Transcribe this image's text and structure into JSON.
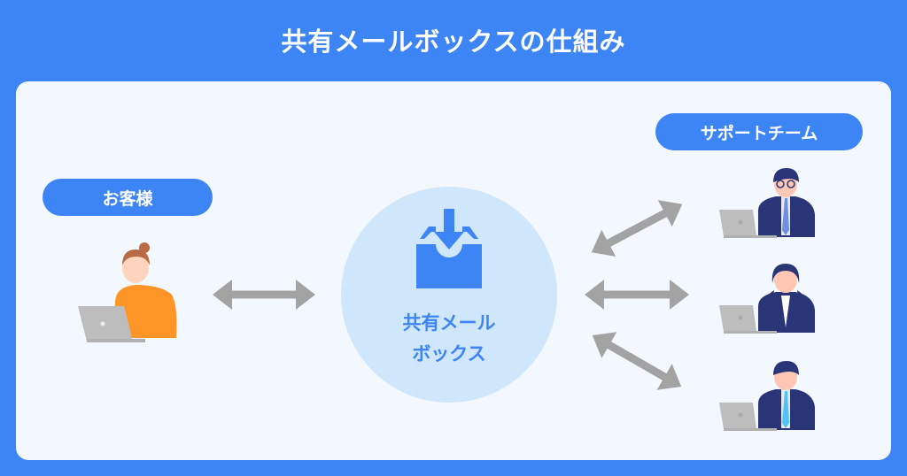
{
  "title": "共有メールボックスの仕組み",
  "customer_label": "お客様",
  "team_label": "サポートチーム",
  "mailbox_label_line1": "共有メール",
  "mailbox_label_line2": "ボックス",
  "colors": {
    "accent": "#3d84f5",
    "panel": "#f3f8fe",
    "circle": "#cfe6fb",
    "arrow": "#a3a3a3",
    "suit": "#2a3577",
    "customer_shirt": "#ff9427"
  }
}
